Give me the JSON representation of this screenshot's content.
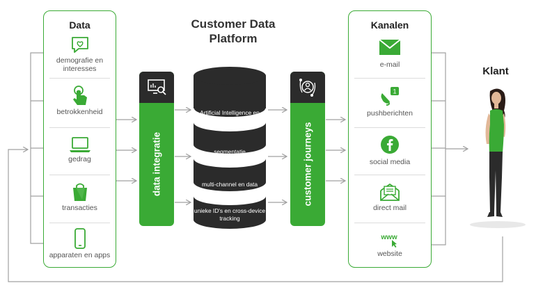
{
  "diagram": {
    "title": "Customer Data Platform",
    "data_panel": {
      "title": "Data",
      "items": [
        {
          "label": "demografie en interesses",
          "icon": "speech-bubble-heart-icon"
        },
        {
          "label": "betrokkenheid",
          "icon": "hand-pointer-icon"
        },
        {
          "label": "gedrag",
          "icon": "laptop-icon"
        },
        {
          "label": "transacties",
          "icon": "shopping-bag-icon"
        },
        {
          "label": "apparaten en apps",
          "icon": "smartphone-icon"
        }
      ]
    },
    "integration": {
      "label": "data integratie",
      "icon": "monitor-search-icon"
    },
    "database_segments": [
      "Artificial Intelligence en Machine Learning",
      "segmentatie",
      "multi-channel en data",
      "unieke ID's en cross-device tracking"
    ],
    "journeys": {
      "label": "customer journeys",
      "icon": "user-path-icon"
    },
    "channels_panel": {
      "title": "Kanalen",
      "items": [
        {
          "label": "e-mail",
          "icon": "envelope-icon"
        },
        {
          "label": "pushberichten",
          "icon": "bell-notification-icon",
          "badge": "1"
        },
        {
          "label": "social media",
          "icon": "facebook-icon"
        },
        {
          "label": "direct mail",
          "icon": "letter-icon"
        },
        {
          "label": "website",
          "icon": "www-cursor-icon"
        }
      ]
    },
    "customer": {
      "title": "Klant",
      "icon": "customer-person-icon"
    },
    "colors": {
      "green": "#3aaa35",
      "dark": "#2b2b2b",
      "line": "#a0a0a0"
    }
  }
}
